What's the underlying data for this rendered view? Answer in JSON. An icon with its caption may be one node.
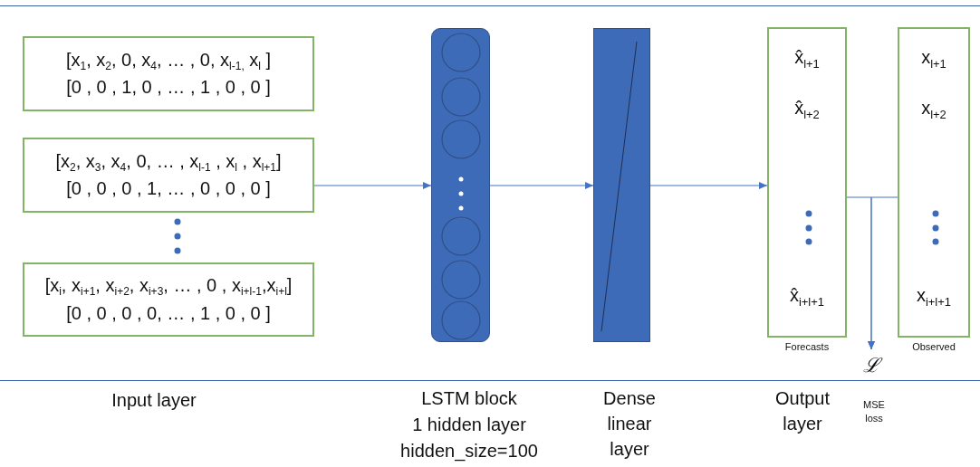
{
  "diagram": {
    "nodes": [
      {
        "text": [
          "[x$_{1}$,  x$_{2}$,  0,  x$_{4}$,  … , 0,  x$_{l-1,}$  x$_{l}$ ]",
          "[0 , 0 , 1, 0 , … , 1 , 0 , 0 ]"
        ]
      },
      {
        "text": [
          "[x$_{2}$,  x$_{3}$,  x$_{4}$, 0,  … ,  x$_{l-1}$ , x$_{l}$ , x$_{l+1}$]",
          "[0 , 0 , 0 , 1, … ,  0 , 0 , 0 ]"
        ]
      },
      {
        "text": [
          "[x$_{i}$, x$_{i+1}$, x$_{i+2}$, x$_{i+3}$,  … , 0 , x$_{i+l-1}$,x$_{i+l}$]",
          "[0 , 0 , 0 , 0,  … ,  1 , 0 , 0 ]"
        ]
      },
      {
        "text": [],
        "shape": "box"
      },
      {
        "text": [],
        "shape": "box"
      },
      {
        "text": [
          "x̂$_{l+1}$",
          "x̂$_{l+2}$",
          "x̂$_{i+l+1}$"
        ],
        "beside": [
          "Forecasts"
        ]
      },
      {
        "text": [
          "x$_{l+1}$",
          "x$_{l+2}$",
          "x$_{i+l+1}$"
        ],
        "beside": [
          "Observed"
        ]
      },
      {
        "text": [
          "ℒ"
        ]
      }
    ],
    "edges": [
      {
        "from": 1,
        "to": 3,
        "arrow": "to"
      },
      {
        "from": 3,
        "to": 4,
        "arrow": "to"
      },
      {
        "from": 4,
        "to": 5,
        "arrow": "to"
      },
      {
        "from": 5,
        "to": 7,
        "arrow": "to"
      },
      {
        "from": 6,
        "to": 7,
        "arrow": "to"
      }
    ],
    "labels": [
      "Input layer",
      "LSTM block",
      "1 hidden layer",
      "hidden_size=100",
      "Dense linear layer",
      "Output layer",
      "MSE loss"
    ]
  }
}
